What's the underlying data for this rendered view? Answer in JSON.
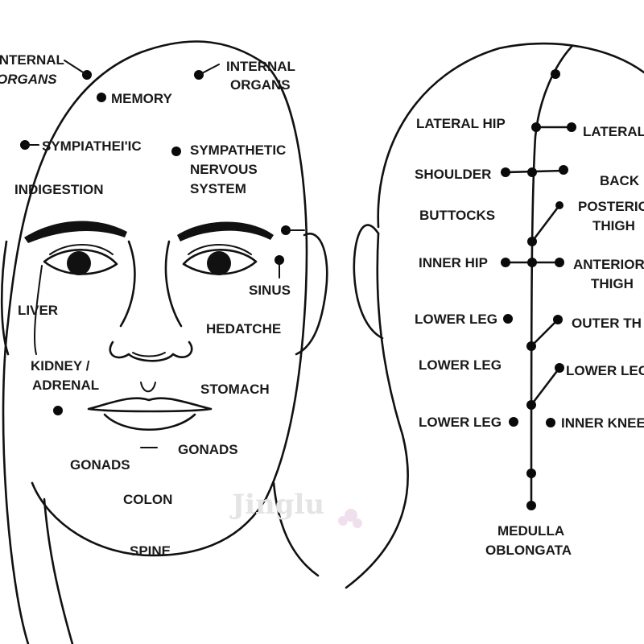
{
  "front_labels": {
    "internal_organs_left": [
      "INTERNAL",
      "ORGANS"
    ],
    "internal_organs_right": [
      "INTERNAL",
      "ORGANS"
    ],
    "memory": "MEMORY",
    "sympathetic_left": "SYMPIATHEI'IC",
    "sympathetic_right": [
      "SYMPATHETIC",
      "NERVOUS",
      "SYSTEM"
    ],
    "indigestion": "INDIGESTION",
    "sinus": "SINUS",
    "liver": "LIVER",
    "headache": "HEDATCHE",
    "kidney_adrenal": [
      "KIDNEY /",
      "ADRENAL"
    ],
    "stomach": "STOMACH",
    "gonads_right": "GONADS",
    "gonads_left": "GONADS",
    "colon": "COLON",
    "spine": "SPINE"
  },
  "back_labels": {
    "lateral_hip_left": "LATERAL HIP",
    "lateral_right": "LATERAL",
    "shoulder": "SHOULDER",
    "back": "BACK",
    "buttocks": "BUTTOCKS",
    "posterior_thigh": [
      "POSTERIO",
      "THIGH"
    ],
    "inner_hip": "INNER HIP",
    "anterior_thigh": [
      "ANTERIOR",
      "THIGH"
    ],
    "lower_leg_1": "LOWER LEG",
    "outer_thigh": "OUTER TH",
    "lower_leg_2": "LOWER LEG",
    "lower_leg_right": "LOWER LEC",
    "lower_leg_3": "LOWER LEG",
    "inner_knee": "INNER KNEE",
    "medulla": [
      "MEDULLA",
      "OBLONGATA"
    ]
  },
  "watermark": "Jinglu",
  "colors": {
    "line": "#111111",
    "text": "#1a1a1a",
    "background": "#ffffff",
    "watermark": "#e4e4e4"
  }
}
